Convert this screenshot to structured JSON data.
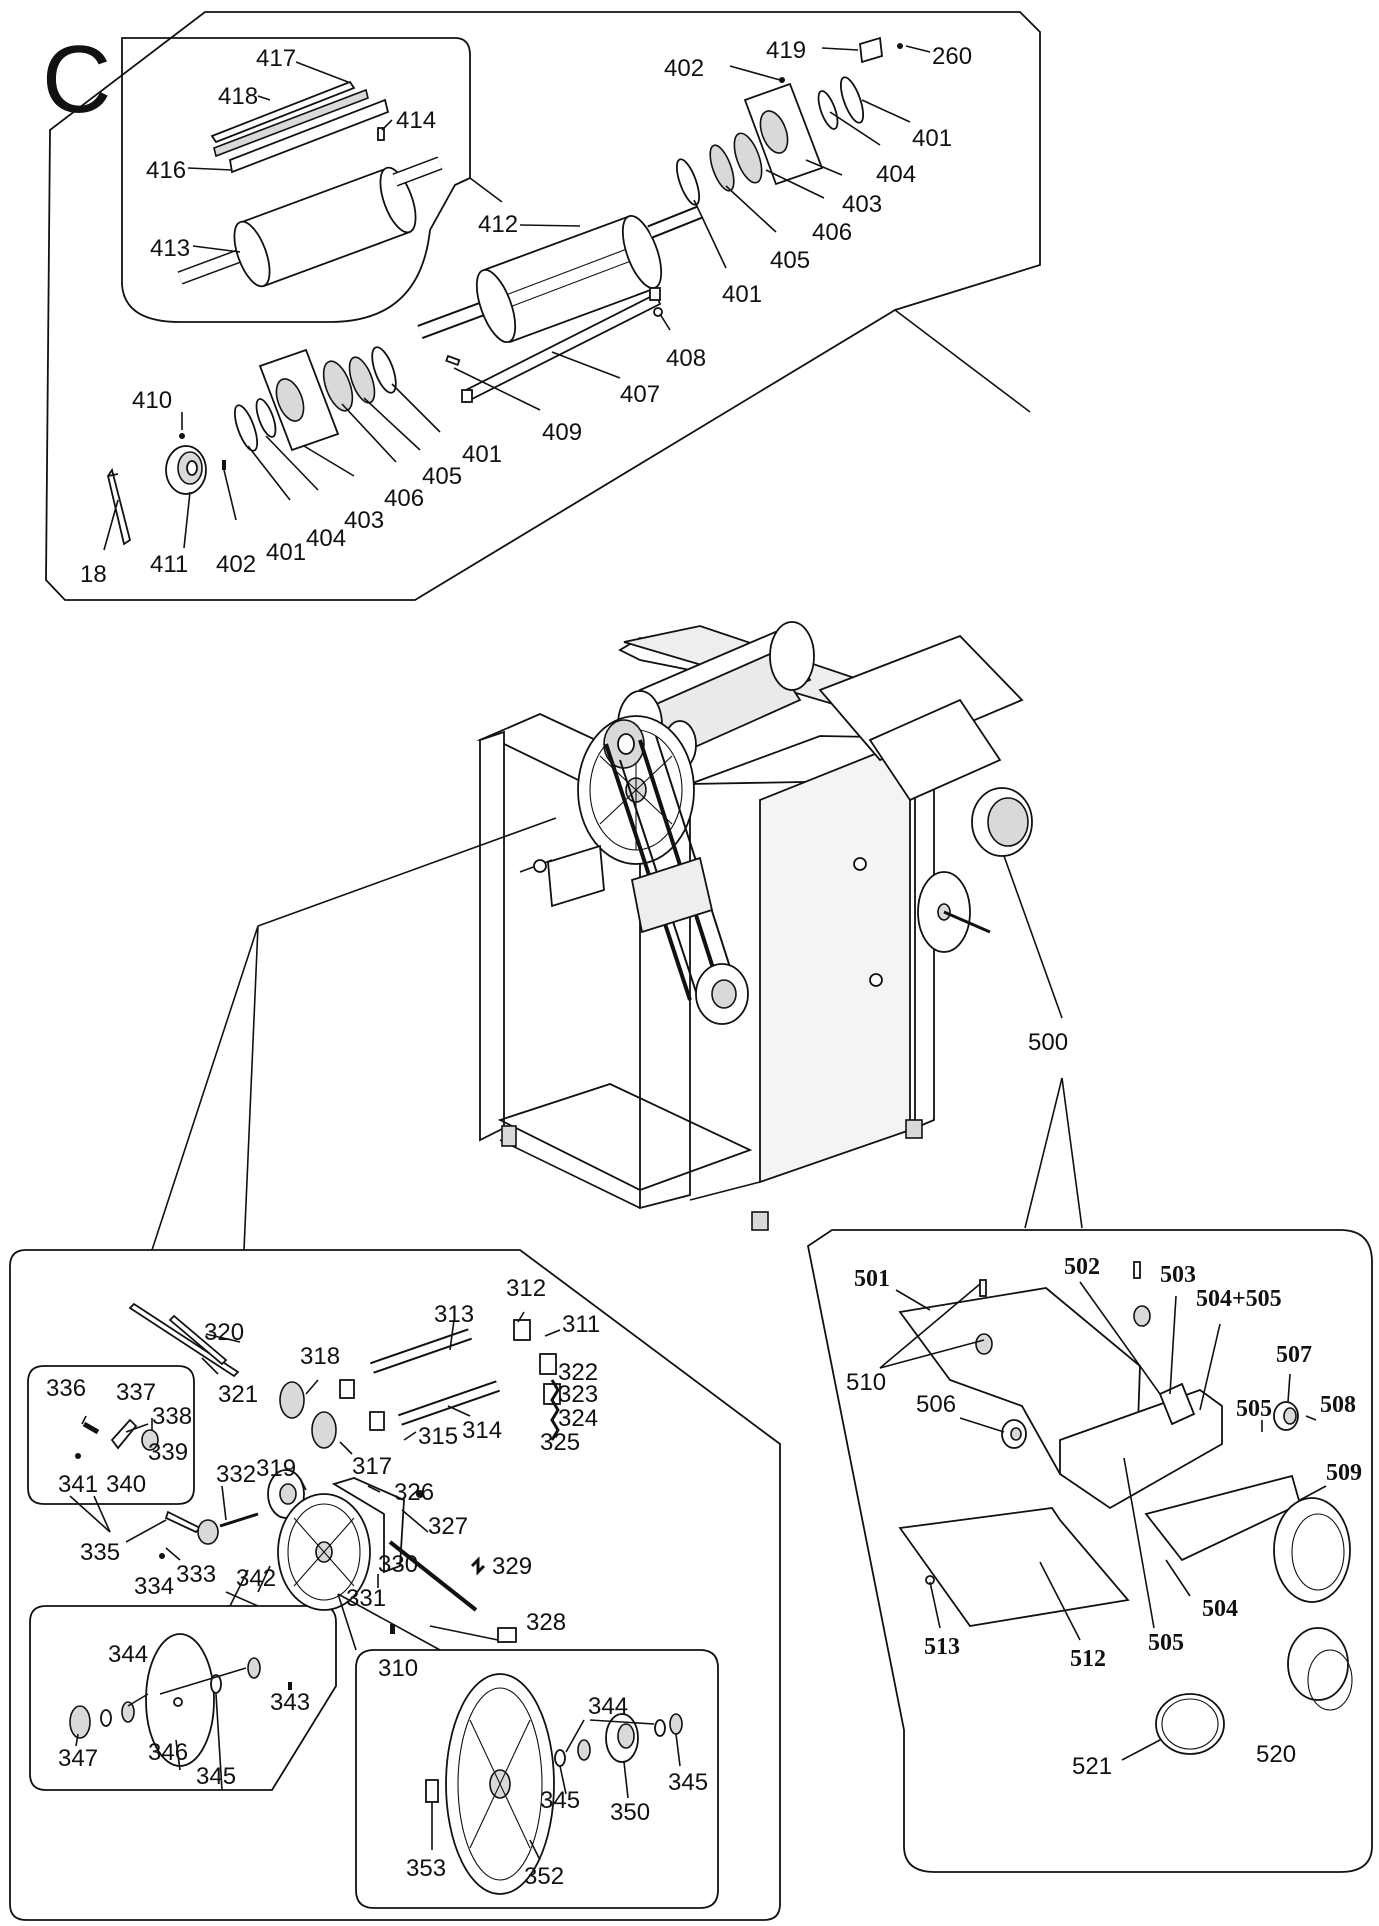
{
  "section_letter": "C",
  "labels": {
    "l417": "417",
    "l418": "418",
    "l414": "414",
    "l416": "416",
    "l413": "413",
    "l419": "419",
    "l260": "260",
    "l402a": "402",
    "l401a": "401",
    "l404a": "404",
    "l403a": "403",
    "l406a": "406",
    "l405a": "405",
    "l401b": "401",
    "l412": "412",
    "l408": "408",
    "l407": "407",
    "l409": "409",
    "l410": "410",
    "l401c": "401",
    "l405b": "405",
    "l406b": "406",
    "l403b": "403",
    "l404b": "404",
    "l401d": "401",
    "l402b": "402",
    "l411": "411",
    "l18": "18",
    "l500": "500",
    "l501": "501",
    "l502": "502",
    "l503": "503",
    "l504p505": "504+505",
    "l510": "510",
    "l507": "507",
    "l508": "508",
    "l505a": "505",
    "l506": "506",
    "l509": "509",
    "l504": "504",
    "l505b": "505",
    "l513": "513",
    "l512": "512",
    "l521": "521",
    "l520": "520",
    "l320": "320",
    "l321": "321",
    "l313": "313",
    "l312": "312",
    "l311": "311",
    "l318": "318",
    "l322": "322",
    "l323": "323",
    "l324": "324",
    "l325": "325",
    "l315": "315",
    "l314": "314",
    "l317": "317",
    "l336": "336",
    "l337": "337",
    "l338": "338",
    "l339": "339",
    "l340": "340",
    "l341": "341",
    "l335": "335",
    "l332": "332",
    "l319": "319",
    "l326": "326",
    "l327": "327",
    "l333": "333",
    "l334": "334",
    "l342": "342",
    "l330": "330",
    "l329": "329",
    "l331": "331",
    "l328": "328",
    "l310": "310",
    "l344a": "344",
    "l343": "343",
    "l347": "347",
    "l346": "346",
    "l345a": "345",
    "l344b": "344",
    "l345b": "345",
    "l345c": "345",
    "l350": "350",
    "l353": "353",
    "l352": "352"
  }
}
